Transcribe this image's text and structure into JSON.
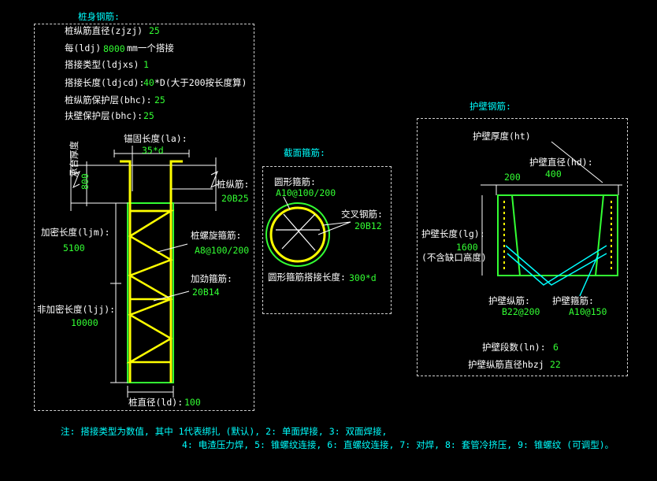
{
  "pile_rebar": {
    "title": "桩身钢筋:",
    "zjzj_label": "桩纵筋直径(zjzj)",
    "zjzj_value": "25",
    "ldj_prefix": "每(ldj)",
    "ldj_value": "8000",
    "ldj_suffix": "mm一个搭接",
    "ldjxs_label": "搭接类型(ldjxs)",
    "ldjxs_value": "1",
    "ldjcd_label": "搭接长度(ldjcd):",
    "ldjcd_value": "40",
    "ldjcd_suffix": "*D(大于200按长度算)",
    "bhc_label": "桩纵筋保护层(bhc):",
    "bhc_value": "25",
    "bbhc_label": "扶壁保护层(bhc):",
    "bbhc_value": "25",
    "anchor_label": "锚固长度(la):",
    "anchor_value": "35*d",
    "cap_label": "承台厚度",
    "cap_value": "800",
    "long_bar_label": "桩纵筋:",
    "long_bar_value": "20B25",
    "dense_label": "加密长度(ljm):",
    "dense_value": "5100",
    "spiral_label": "桩螺旋箍筋:",
    "spiral_value": "A8@100/200",
    "stiff_label": "加劲箍筋:",
    "stiff_value": "20B14",
    "nondense_label": "非加密长度(ljj):",
    "nondense_value": "10000",
    "diameter_label": "桩直径(ld):",
    "diameter_value": "100"
  },
  "section": {
    "title": "截面箍筋:",
    "circle_label": "圆形箍筋:",
    "circle_value": "A10@100/200",
    "cross_label": "交叉钢筋:",
    "cross_value": "20B12",
    "lap_label": "圆形箍筋搭接长度:",
    "lap_value": "300*d"
  },
  "wall": {
    "title": "护壁钢筋:",
    "ht_label": "护壁厚度(ht)",
    "hd_label": "护壁直径(hd):",
    "ht_value": "200",
    "hd_value": "400",
    "lg_label": "护壁长度(lg):",
    "lg_value": "1600",
    "lg_note": "(不含缺口高度)",
    "long_label": "护壁纵筋:",
    "long_value": "B22@200",
    "stirrup_label": "护壁箍筋:",
    "stirrup_value": "A10@150",
    "ln_label": "护壁段数(ln):",
    "ln_value": "6",
    "hbzj_label": "护壁纵筋直径hbzj",
    "hbzj_value": "22"
  },
  "note": {
    "line1": "注: 搭接类型为数值, 其中 1代表绑扎 (默认), 2: 单面焊接, 3: 双面焊接,",
    "line2": "4: 电渣压力焊, 5: 锥螺纹连接, 6: 直螺纹连接, 7: 对焊, 8: 套管冷挤压, 9: 锥螺纹 (可调型)。"
  },
  "colors": {
    "background": "#000000",
    "label": "#ffffff",
    "value": "#33ff33",
    "title": "#00ffff",
    "rebar": "#ffff00",
    "concrete": "#33ff33"
  }
}
